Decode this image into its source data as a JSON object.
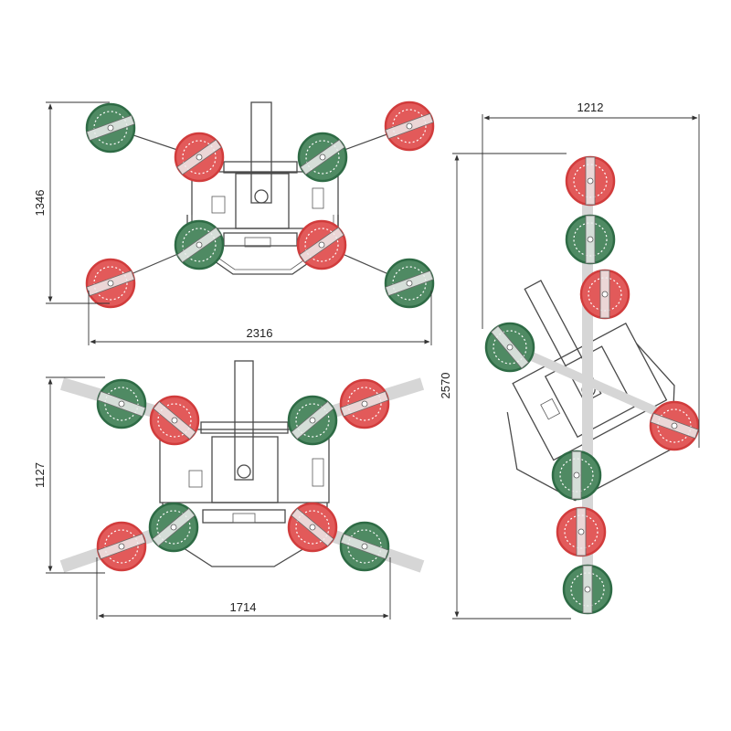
{
  "dimensions": {
    "top_view_height": "1346",
    "top_view_width": "2316",
    "bottom_view_height": "1127",
    "bottom_view_width": "1714",
    "side_view_width": "1212",
    "side_view_height": "2570"
  },
  "colors": {
    "green_cup": "#2e6b45",
    "red_cup": "#d13c3c",
    "green_fill": "#4f8a63",
    "red_fill": "#e25a5a",
    "line": "#4a4a4a"
  },
  "icons": {
    "suction_cup": "suction-cup-icon"
  }
}
